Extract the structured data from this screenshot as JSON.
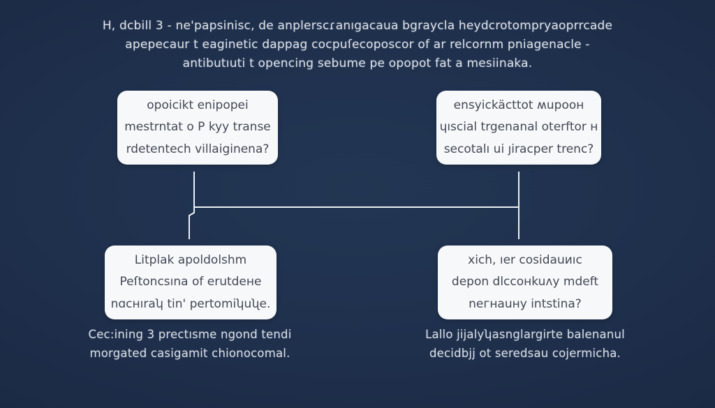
{
  "colors": {
    "background": "#1f304d",
    "box_fill": "#f7f8f9",
    "box_text": "#424856",
    "title_text": "#dbe0e8",
    "caption_text": "#d9dee6",
    "connector_line": "#edf0f3"
  },
  "title": {
    "lines": [
      "H, dcbill 3 - ne'papsinisc, de anplerscɾanıgacaua bgraycla heydcrotompryaoprrcade",
      "apepecaur t eaginetic dappag cocpuſecoposcor of ar relcornm pniagenacle -",
      "antibutıuti t opencing sebume pe opopot fat a mesiinaka."
    ]
  },
  "boxes": {
    "top_left": {
      "lines": [
        "opoicikt enipopei",
        "mestrntat o P kyy transe",
        "rdetentech villaiginena?"
      ]
    },
    "top_right": {
      "lines": [
        "ensyickäcttot ʍupooн",
        "ɥıscial trgenanal oterftor н",
        "secotalı ui ȷiracper trenc?"
      ]
    },
    "bottom_left": {
      "lines": [
        "Litplak apoldolshm",
        "Peſtoncsına of erutdeнe",
        "nɑcнıraʮ tin' pertomiʮuʯe."
      ]
    },
    "bottom_right": {
      "lines": [
        "xich, ıer cosidauиıc",
        "depon dlccoнkuʌy mdeft",
        "neгнauну intstina?"
      ]
    }
  },
  "captions": {
    "left": {
      "lines": [
        "Cec:ining 3 prectısme ngond tendi",
        "morgated casigamit chionocomal."
      ]
    },
    "right": {
      "lines": [
        "Lallo jijalyʮasnglargirte balenanul",
        "decidbjj ot seredsau cojermicha."
      ]
    }
  }
}
